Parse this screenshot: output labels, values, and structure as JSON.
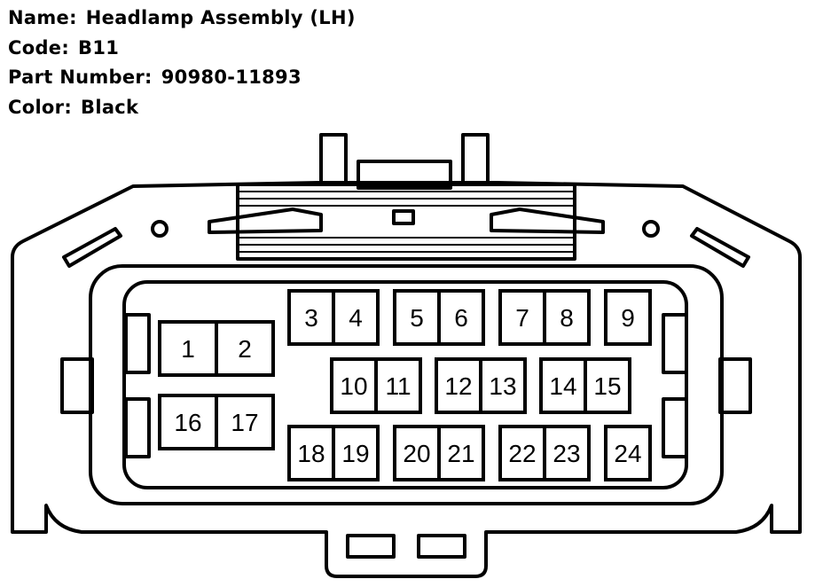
{
  "header": {
    "name_label": "Name:",
    "name_value": "Headlamp Assembly (LH)",
    "code_label": "Code:",
    "code_value": "B11",
    "part_label": "Part Number:",
    "part_value": "90980-11893",
    "color_label": "Color:",
    "color_value": "Black"
  },
  "pins": [
    "1",
    "2",
    "3",
    "4",
    "5",
    "6",
    "7",
    "8",
    "9",
    "10",
    "11",
    "12",
    "13",
    "14",
    "15",
    "16",
    "17",
    "18",
    "19",
    "20",
    "21",
    "22",
    "23",
    "24"
  ]
}
